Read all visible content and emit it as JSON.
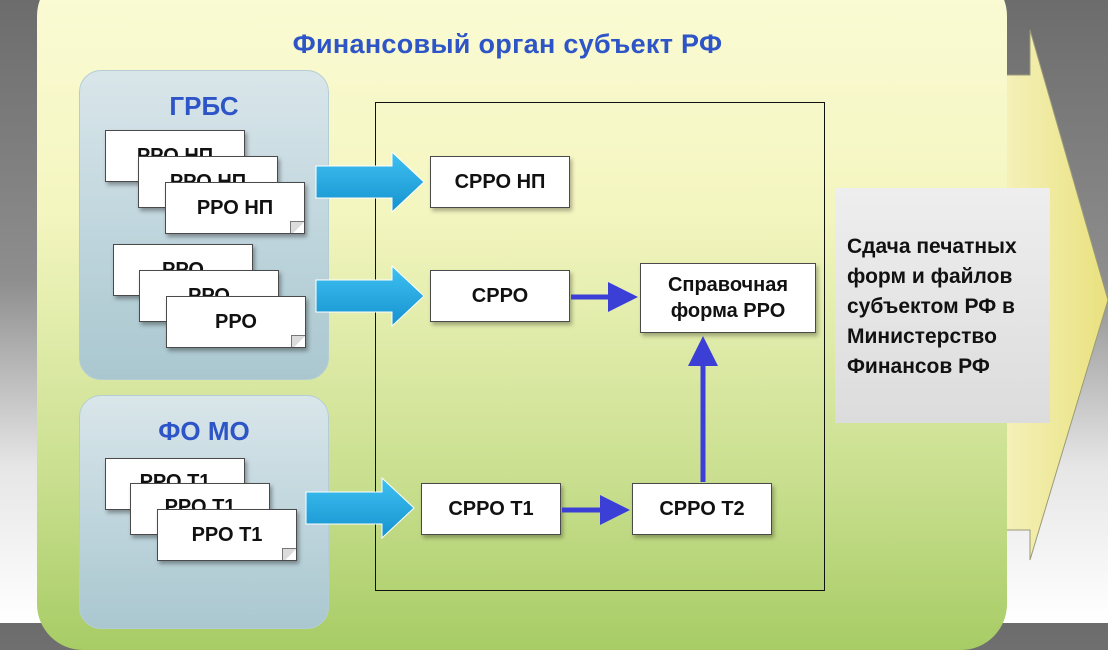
{
  "title": "Финансовый орган субъект РФ",
  "grbs": {
    "title": "ГРБС",
    "rro_np_docs": [
      "РРО НП",
      "РРО НП",
      "РРО НП"
    ],
    "rro_docs": [
      "РРО",
      "РРО",
      "РРО"
    ]
  },
  "fomo": {
    "title": "ФО МО",
    "rro_t1_docs": [
      "РРО Т1",
      "РРО Т1",
      "РРО Т1"
    ]
  },
  "center": {
    "srro_np": "СРРО НП",
    "srro": "СРРО",
    "reference_form": "Справочная\nформа РРО",
    "srro_t1": "СРРО Т1",
    "srro_t2": "СРРО Т2"
  },
  "result": {
    "text": "Сдача печатных\nформ и файлов\nсубъектом РФ в\nМинистерство\nФинансов РФ"
  },
  "colors": {
    "title_blue": "#2e55c7",
    "flow_arrow_blue": "#3b3fd6",
    "input_arrow_cyan": "#1fa8e0",
    "panel_green": "#c9df8f"
  }
}
